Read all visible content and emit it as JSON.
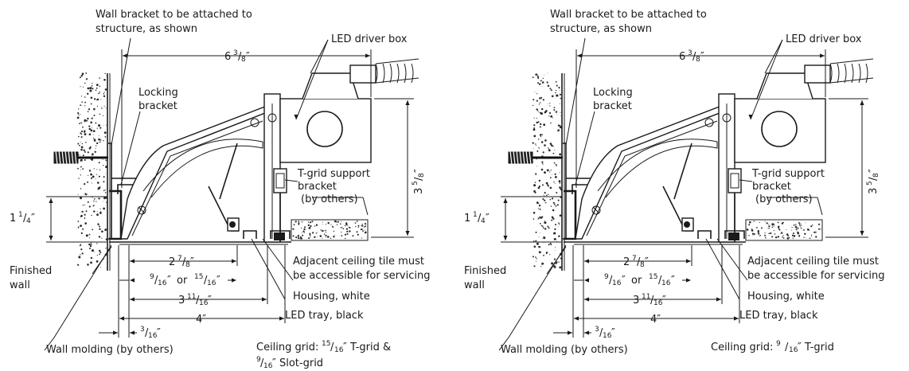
{
  "diagrams": [
    {
      "labels": {
        "wall_bracket_1": "Wall bracket to be attached to",
        "wall_bracket_2": "structure, as shown",
        "led_driver_box": "LED driver box",
        "locking_1": "Locking",
        "locking_2": "bracket",
        "tgrid_1": "T-grid support",
        "tgrid_2": "bracket",
        "tgrid_3": "(by others)",
        "adjacent_1": "Adjacent ceiling tile must",
        "adjacent_2": "be accessible for servicing",
        "housing": "Housing, white",
        "led_tray": "LED tray, black",
        "finished_1": "Finished",
        "finished_2": "wall",
        "wall_molding": "Wall molding (by others)",
        "ceiling_1": "Ceiling grid: ",
        "ceiling_1_num": "15",
        "ceiling_1_den": "16",
        "ceiling_1_rest": "″ T-grid &",
        "ceiling_2_num": "9",
        "ceiling_2_den": "16",
        "ceiling_2_rest": "″ Slot-grid"
      }
    },
    {
      "labels": {
        "wall_bracket_1": "Wall bracket to be attached to",
        "wall_bracket_2": "structure, as shown",
        "led_driver_box": "LED driver box",
        "locking_1": "Locking",
        "locking_2": "bracket",
        "tgrid_1": "T-grid support",
        "tgrid_2": "bracket",
        "tgrid_3": "(by others)",
        "adjacent_1": "Adjacent ceiling tile must",
        "adjacent_2": "be accessible for servicing",
        "housing": "Housing, white",
        "led_tray": "LED tray, black",
        "finished_1": "Finished",
        "finished_2": "wall",
        "wall_molding": "Wall molding (by others)",
        "ceiling_1": "Ceiling grid: ",
        "ceiling_1_num": "9",
        "ceiling_1_den": "16",
        "ceiling_1_rest": "″ T-grid"
      }
    }
  ],
  "dimensions": {
    "width_whole": "6",
    "width_num": "3",
    "width_den": "8",
    "height_whole": "3",
    "height_num": "5",
    "height_den": "8",
    "left_whole": "1",
    "left_num": "1",
    "left_den": "4",
    "d1_whole": "2",
    "d1_num": "7",
    "d1_den": "8",
    "d2_num_a": "9",
    "d2_den_a": "16",
    "d2_or": "or",
    "d2_num_b": "15",
    "d2_den_b": "16",
    "d3_whole": "3",
    "d3_num": "11",
    "d3_den": "16",
    "d4": "4″",
    "d5_num": "3",
    "d5_den": "16",
    "inch": "″"
  }
}
